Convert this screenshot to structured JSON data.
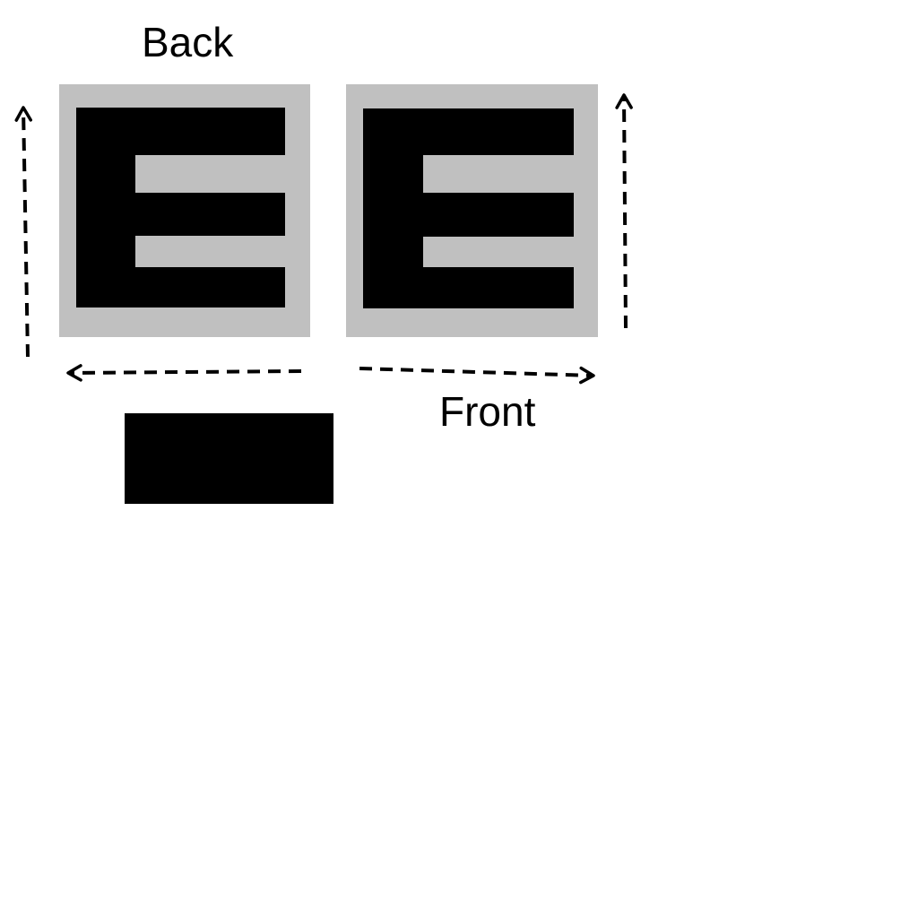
{
  "labels": {
    "back": "Back",
    "front": "Front"
  },
  "colors": {
    "panel": "#c0c0c0",
    "glyph": "#000000",
    "arrow": "#000000",
    "background": "#ffffff"
  },
  "panels": [
    {
      "id": "back",
      "glyph": "E"
    },
    {
      "id": "front",
      "glyph": "E"
    }
  ],
  "arrows": [
    {
      "id": "back-vertical",
      "direction": "up",
      "style": "dashed"
    },
    {
      "id": "back-horizontal",
      "direction": "left",
      "style": "dashed"
    },
    {
      "id": "front-horizontal",
      "direction": "right",
      "style": "dashed"
    },
    {
      "id": "front-vertical",
      "direction": "up",
      "style": "dashed"
    }
  ]
}
